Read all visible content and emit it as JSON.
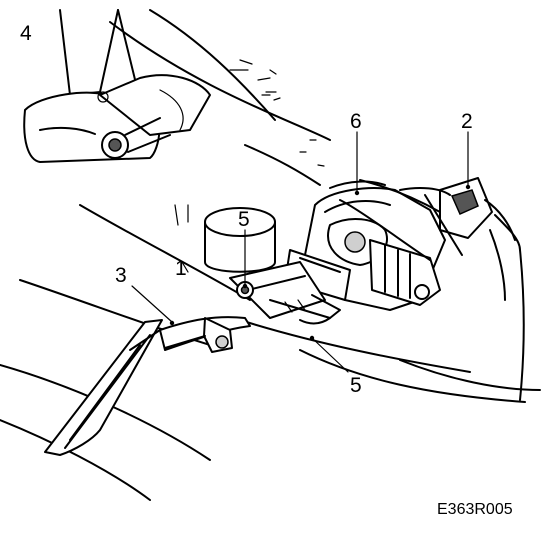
{
  "callouts": [
    {
      "id": "c4",
      "text": "4"
    },
    {
      "id": "c6",
      "text": "6"
    },
    {
      "id": "c2",
      "text": "2"
    },
    {
      "id": "c5a",
      "text": "5"
    },
    {
      "id": "c3",
      "text": "3"
    },
    {
      "id": "c1",
      "text": "1"
    },
    {
      "id": "c5b",
      "text": "5"
    }
  ],
  "figure_code": "E363R005"
}
